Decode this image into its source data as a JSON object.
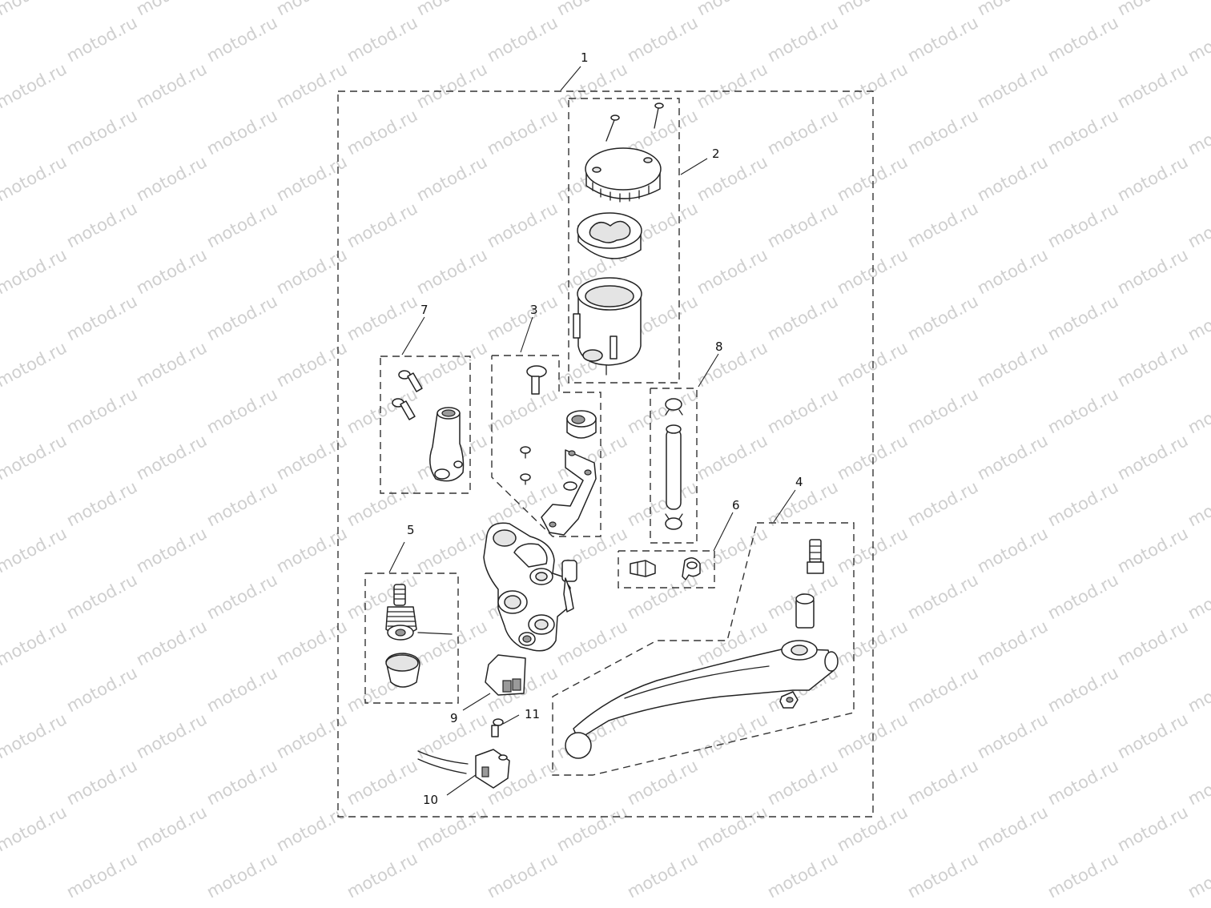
{
  "watermark": "motod.ru",
  "callouts": [
    "1",
    "2",
    "3",
    "4",
    "5",
    "6",
    "7",
    "8",
    "9",
    "10",
    "11"
  ],
  "colors": {
    "line": "#222222",
    "watermark": "#cfcfcf",
    "background": "#ffffff"
  },
  "icons": [
    "screw-icon",
    "reservoir-cap-icon",
    "diaphragm-icon",
    "reservoir-body-icon",
    "bracket-icon",
    "hose-icon",
    "hose-clip-icon",
    "bleed-nipple-icon",
    "master-cylinder-icon",
    "piston-icon",
    "switch-icon",
    "lever-icon",
    "pivot-bolt-icon",
    "connector-icon"
  ]
}
